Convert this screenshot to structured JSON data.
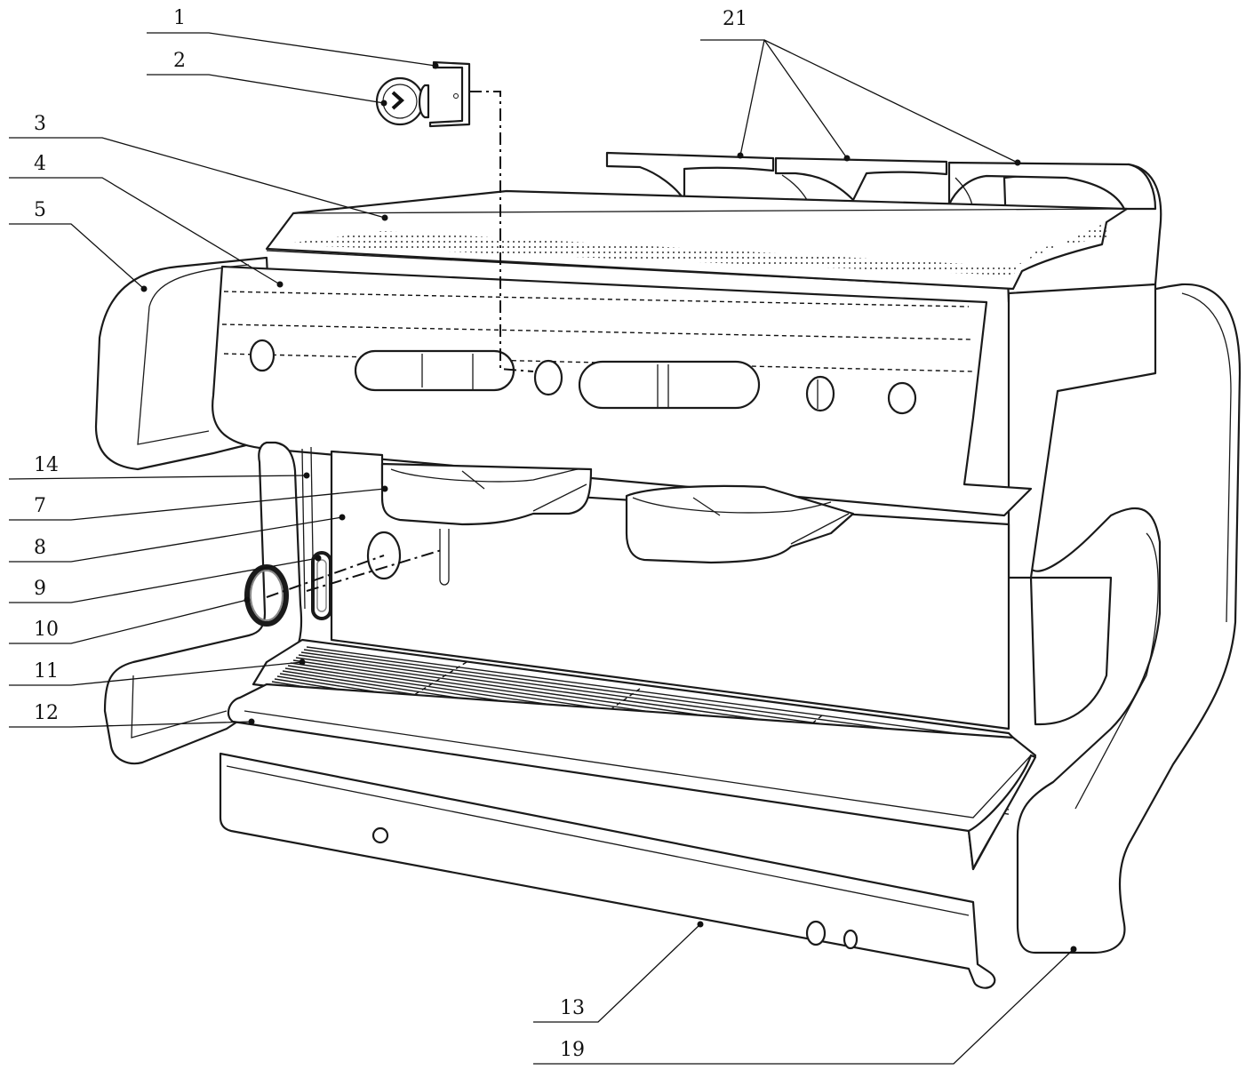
{
  "callouts": {
    "c1": "1",
    "c2": "2",
    "c3": "3",
    "c4": "4",
    "c5": "5",
    "c14": "14",
    "c7": "7",
    "c8": "8",
    "c9": "9",
    "c10": "10",
    "c11": "11",
    "c12": "12",
    "c13": "13",
    "c19": "19",
    "c21": "21"
  }
}
